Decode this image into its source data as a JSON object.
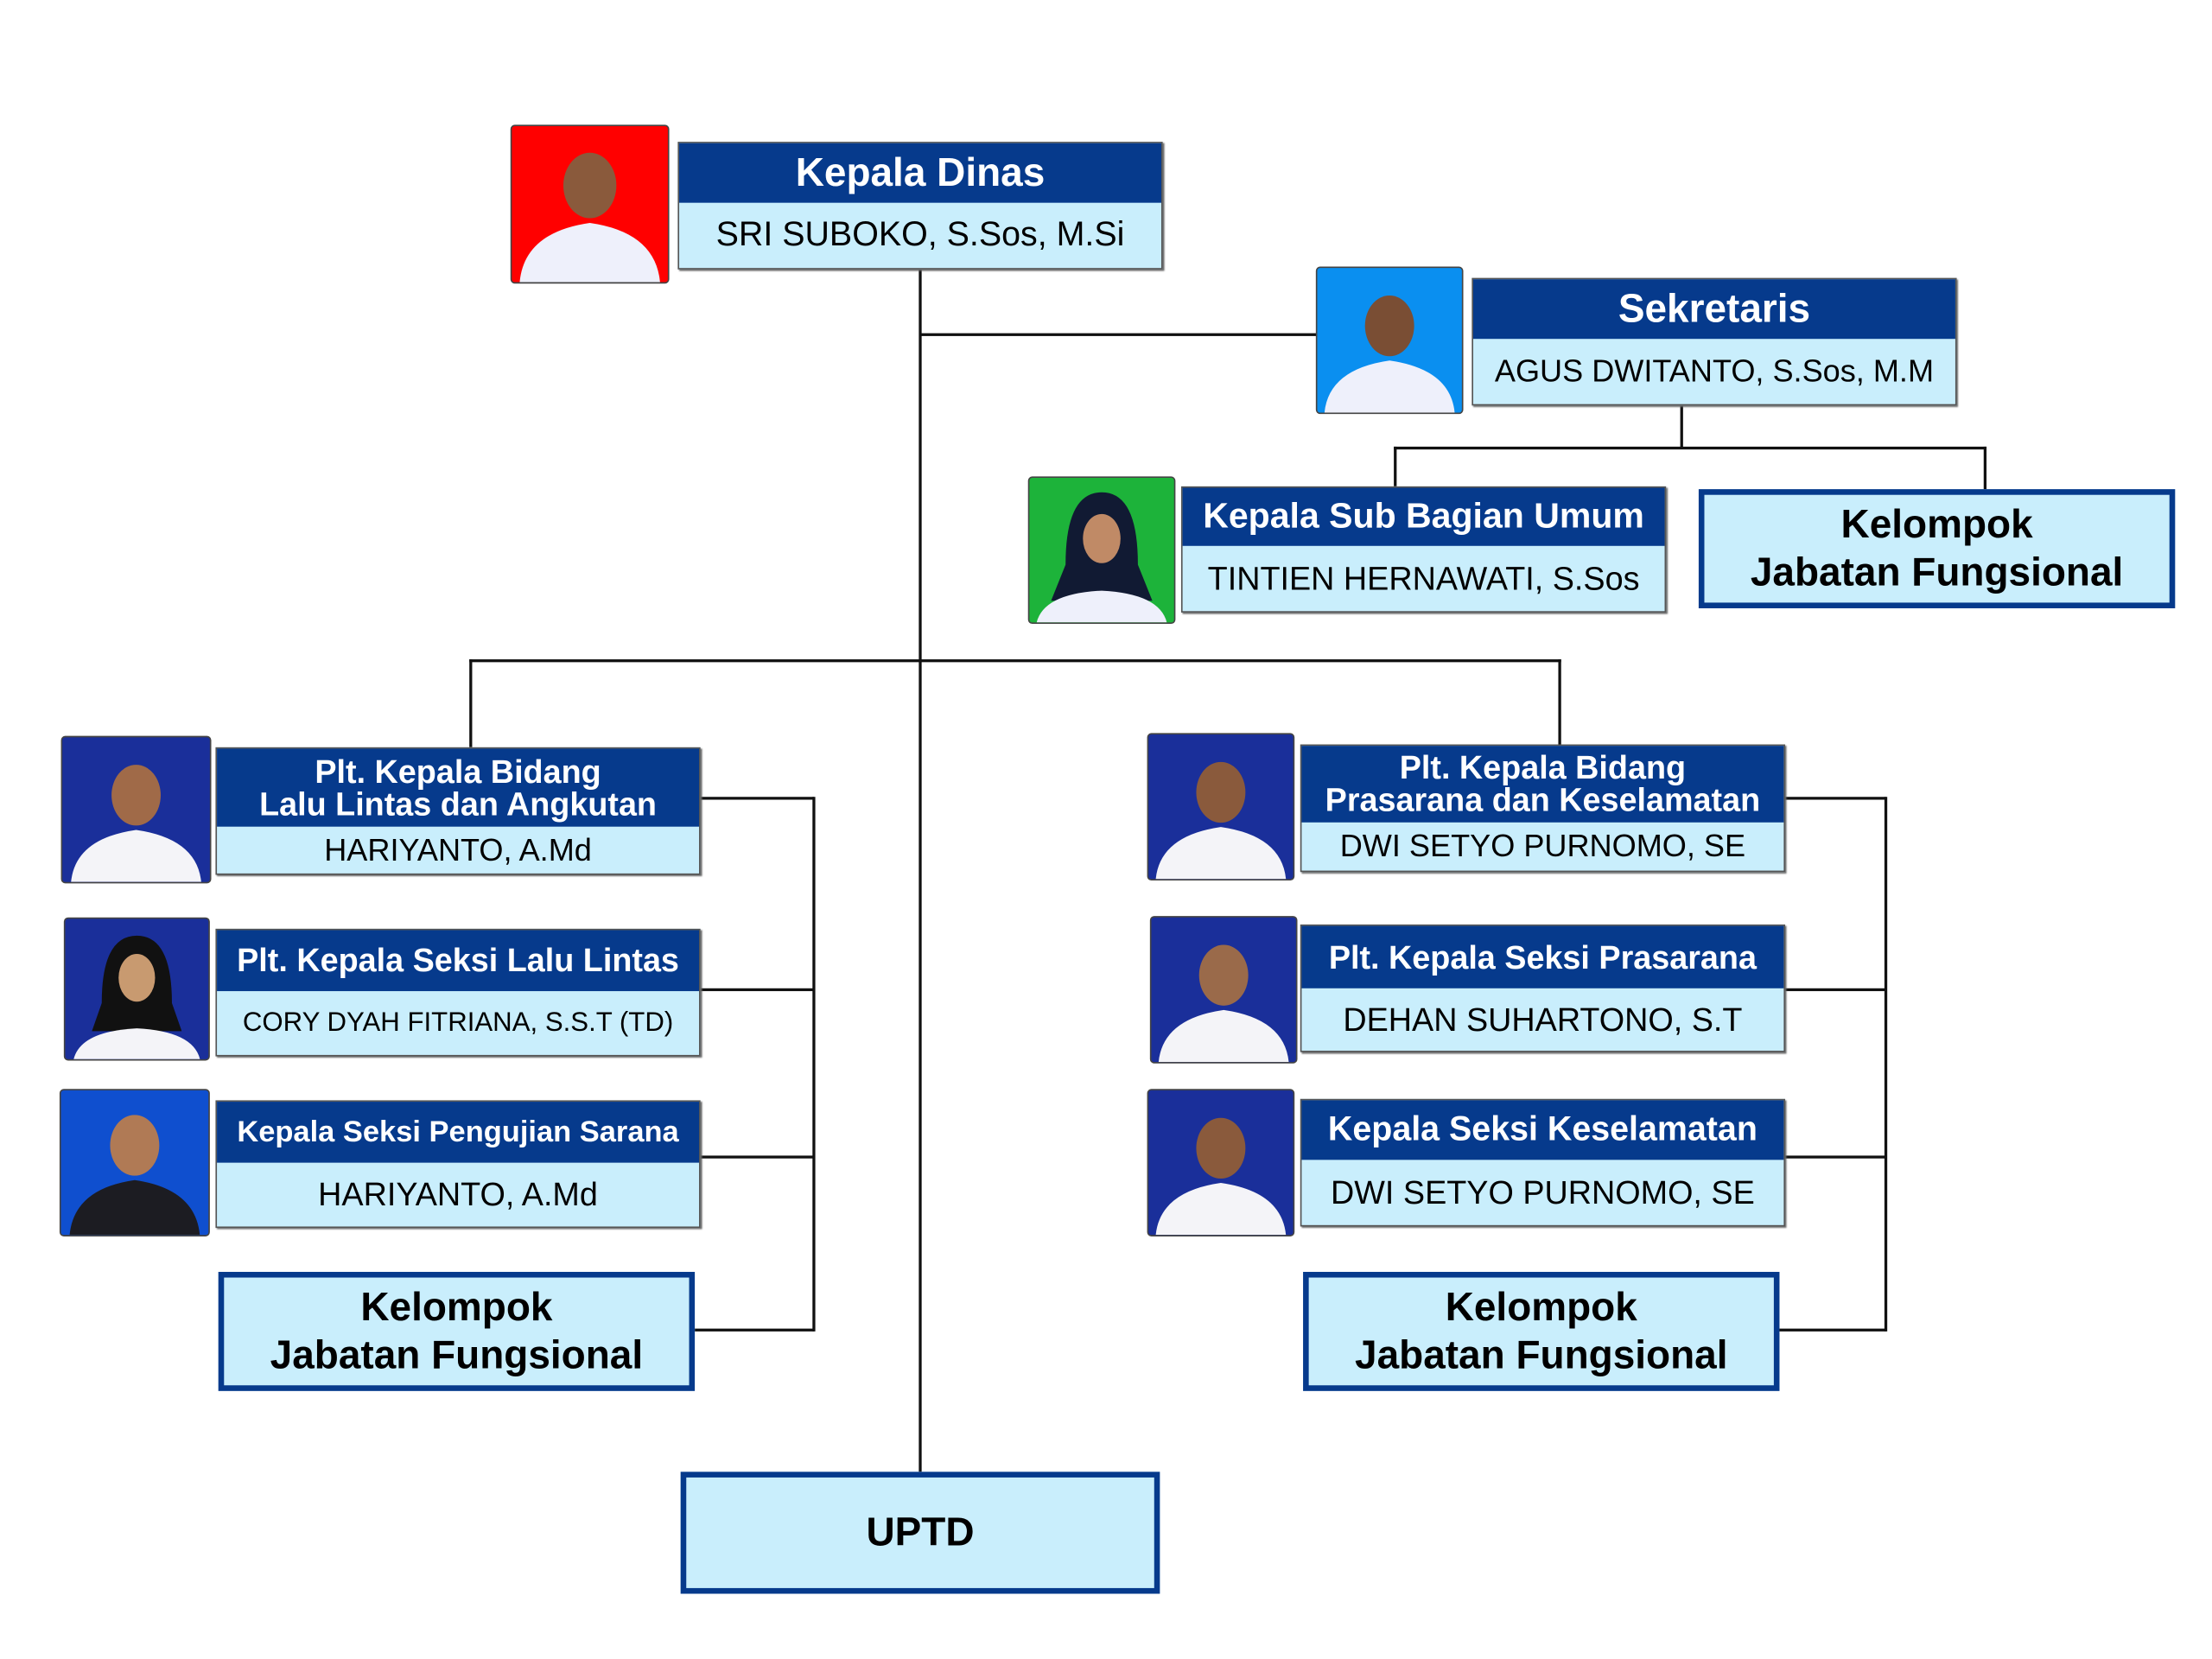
{
  "head": {
    "title": "Kepala Dinas",
    "name": "SRI SUBOKO, S.Sos, M.Si",
    "photo_bg": "#ff0000"
  },
  "secretary": {
    "title": "Sekretaris",
    "name": "AGUS DWITANTO, S.Sos, M.M",
    "photo_bg": "#0a8ff0"
  },
  "general_sub": {
    "title": "Kepala Sub Bagian Umum",
    "name": "TINTIEN HERNAWATI, S.Sos",
    "photo_bg": "#1db33a"
  },
  "functional_top": {
    "line1": "Kelompok",
    "line2": "Jabatan Fungsional"
  },
  "left": {
    "bidang": {
      "title1": "Plt. Kepala Bidang",
      "title2": "Lalu Lintas dan Angkutan",
      "name": "HARIYANTO, A.Md"
    },
    "seksi1": {
      "title": "Plt. Kepala Seksi Lalu Lintas",
      "name": "CORY DYAH FITRIANA, S.S.T (TD)"
    },
    "seksi2": {
      "title": "Kepala Seksi Pengujian Sarana",
      "name": "HARIYANTO, A.Md"
    },
    "functional": {
      "line1": "Kelompok",
      "line2": "Jabatan Fungsional"
    }
  },
  "right": {
    "bidang": {
      "title1": "Plt. Kepala Bidang",
      "title2": "Prasarana dan Keselamatan",
      "name": "DWI SETYO PURNOMO, SE"
    },
    "seksi1": {
      "title": "Plt. Kepala Seksi Prasarana",
      "name": "DEHAN SUHARTONO, S.T"
    },
    "seksi2": {
      "title": "Kepala Seksi Keselamatan",
      "name": "DWI SETYO PURNOMO, SE"
    },
    "functional": {
      "line1": "Kelompok",
      "line2": "Jabatan Fungsional"
    }
  },
  "uptd": {
    "label": "UPTD"
  },
  "colors": {
    "header": "#063a8c",
    "body": "#c9eefc",
    "photo_default": "#1a2f9a"
  }
}
